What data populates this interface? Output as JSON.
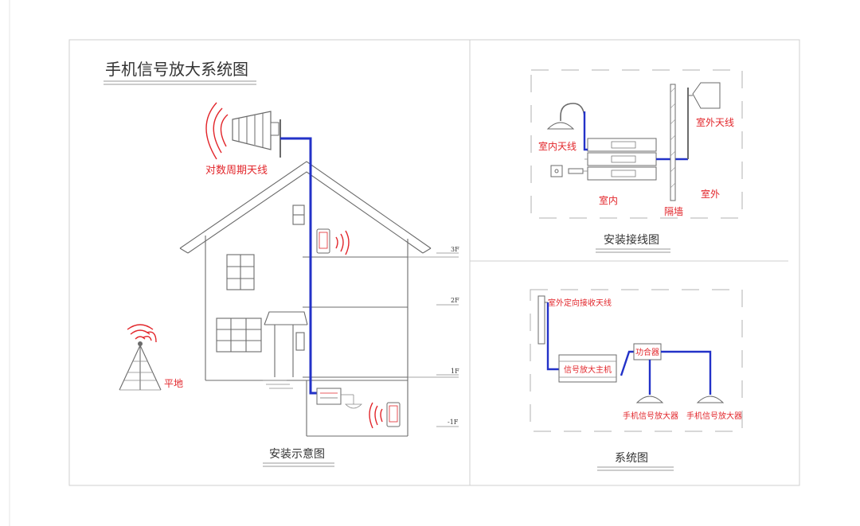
{
  "diagram": {
    "title": "手机信号放大系统图",
    "left_panel": {
      "caption": "安装示意图",
      "antenna_label": "对数周期天线",
      "ground_label": "平地",
      "floors": [
        "3F",
        "2F",
        "1F",
        "-1F"
      ]
    },
    "top_right_panel": {
      "caption": "安装接线图",
      "indoor_antenna": "室内天线",
      "outdoor_antenna": "室外天线",
      "indoor": "室内",
      "outdoor": "室外",
      "wall": "隔墙"
    },
    "bottom_right_panel": {
      "caption": "系统图",
      "receiver_antenna": "室外定向接收天线",
      "host": "信号放大主机",
      "splitter": "功合器",
      "amp_left": "手机信号放大器",
      "amp_right": "手机信号放大器"
    },
    "colors": {
      "cable": "#2332c8",
      "label_red": "#e2262b",
      "line": "#6b6b6b"
    }
  }
}
